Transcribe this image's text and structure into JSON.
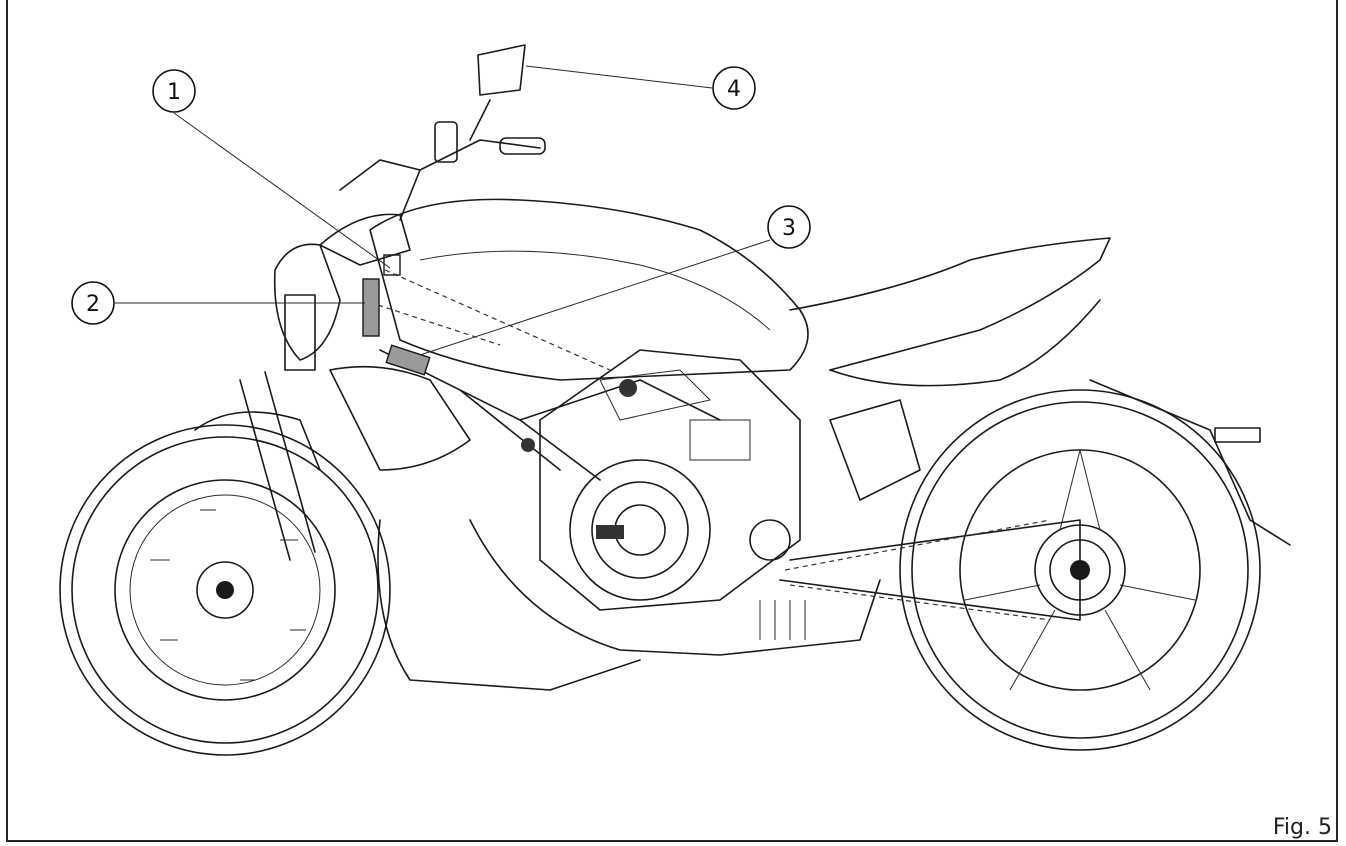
{
  "figure": {
    "label": "Fig. 5"
  },
  "callouts": [
    {
      "number": "1"
    },
    {
      "number": "2"
    },
    {
      "number": "3"
    },
    {
      "number": "4"
    }
  ],
  "colors": {
    "line": "#1a1a1a",
    "highlight": "#9a9a9a",
    "background": "#ffffff"
  }
}
